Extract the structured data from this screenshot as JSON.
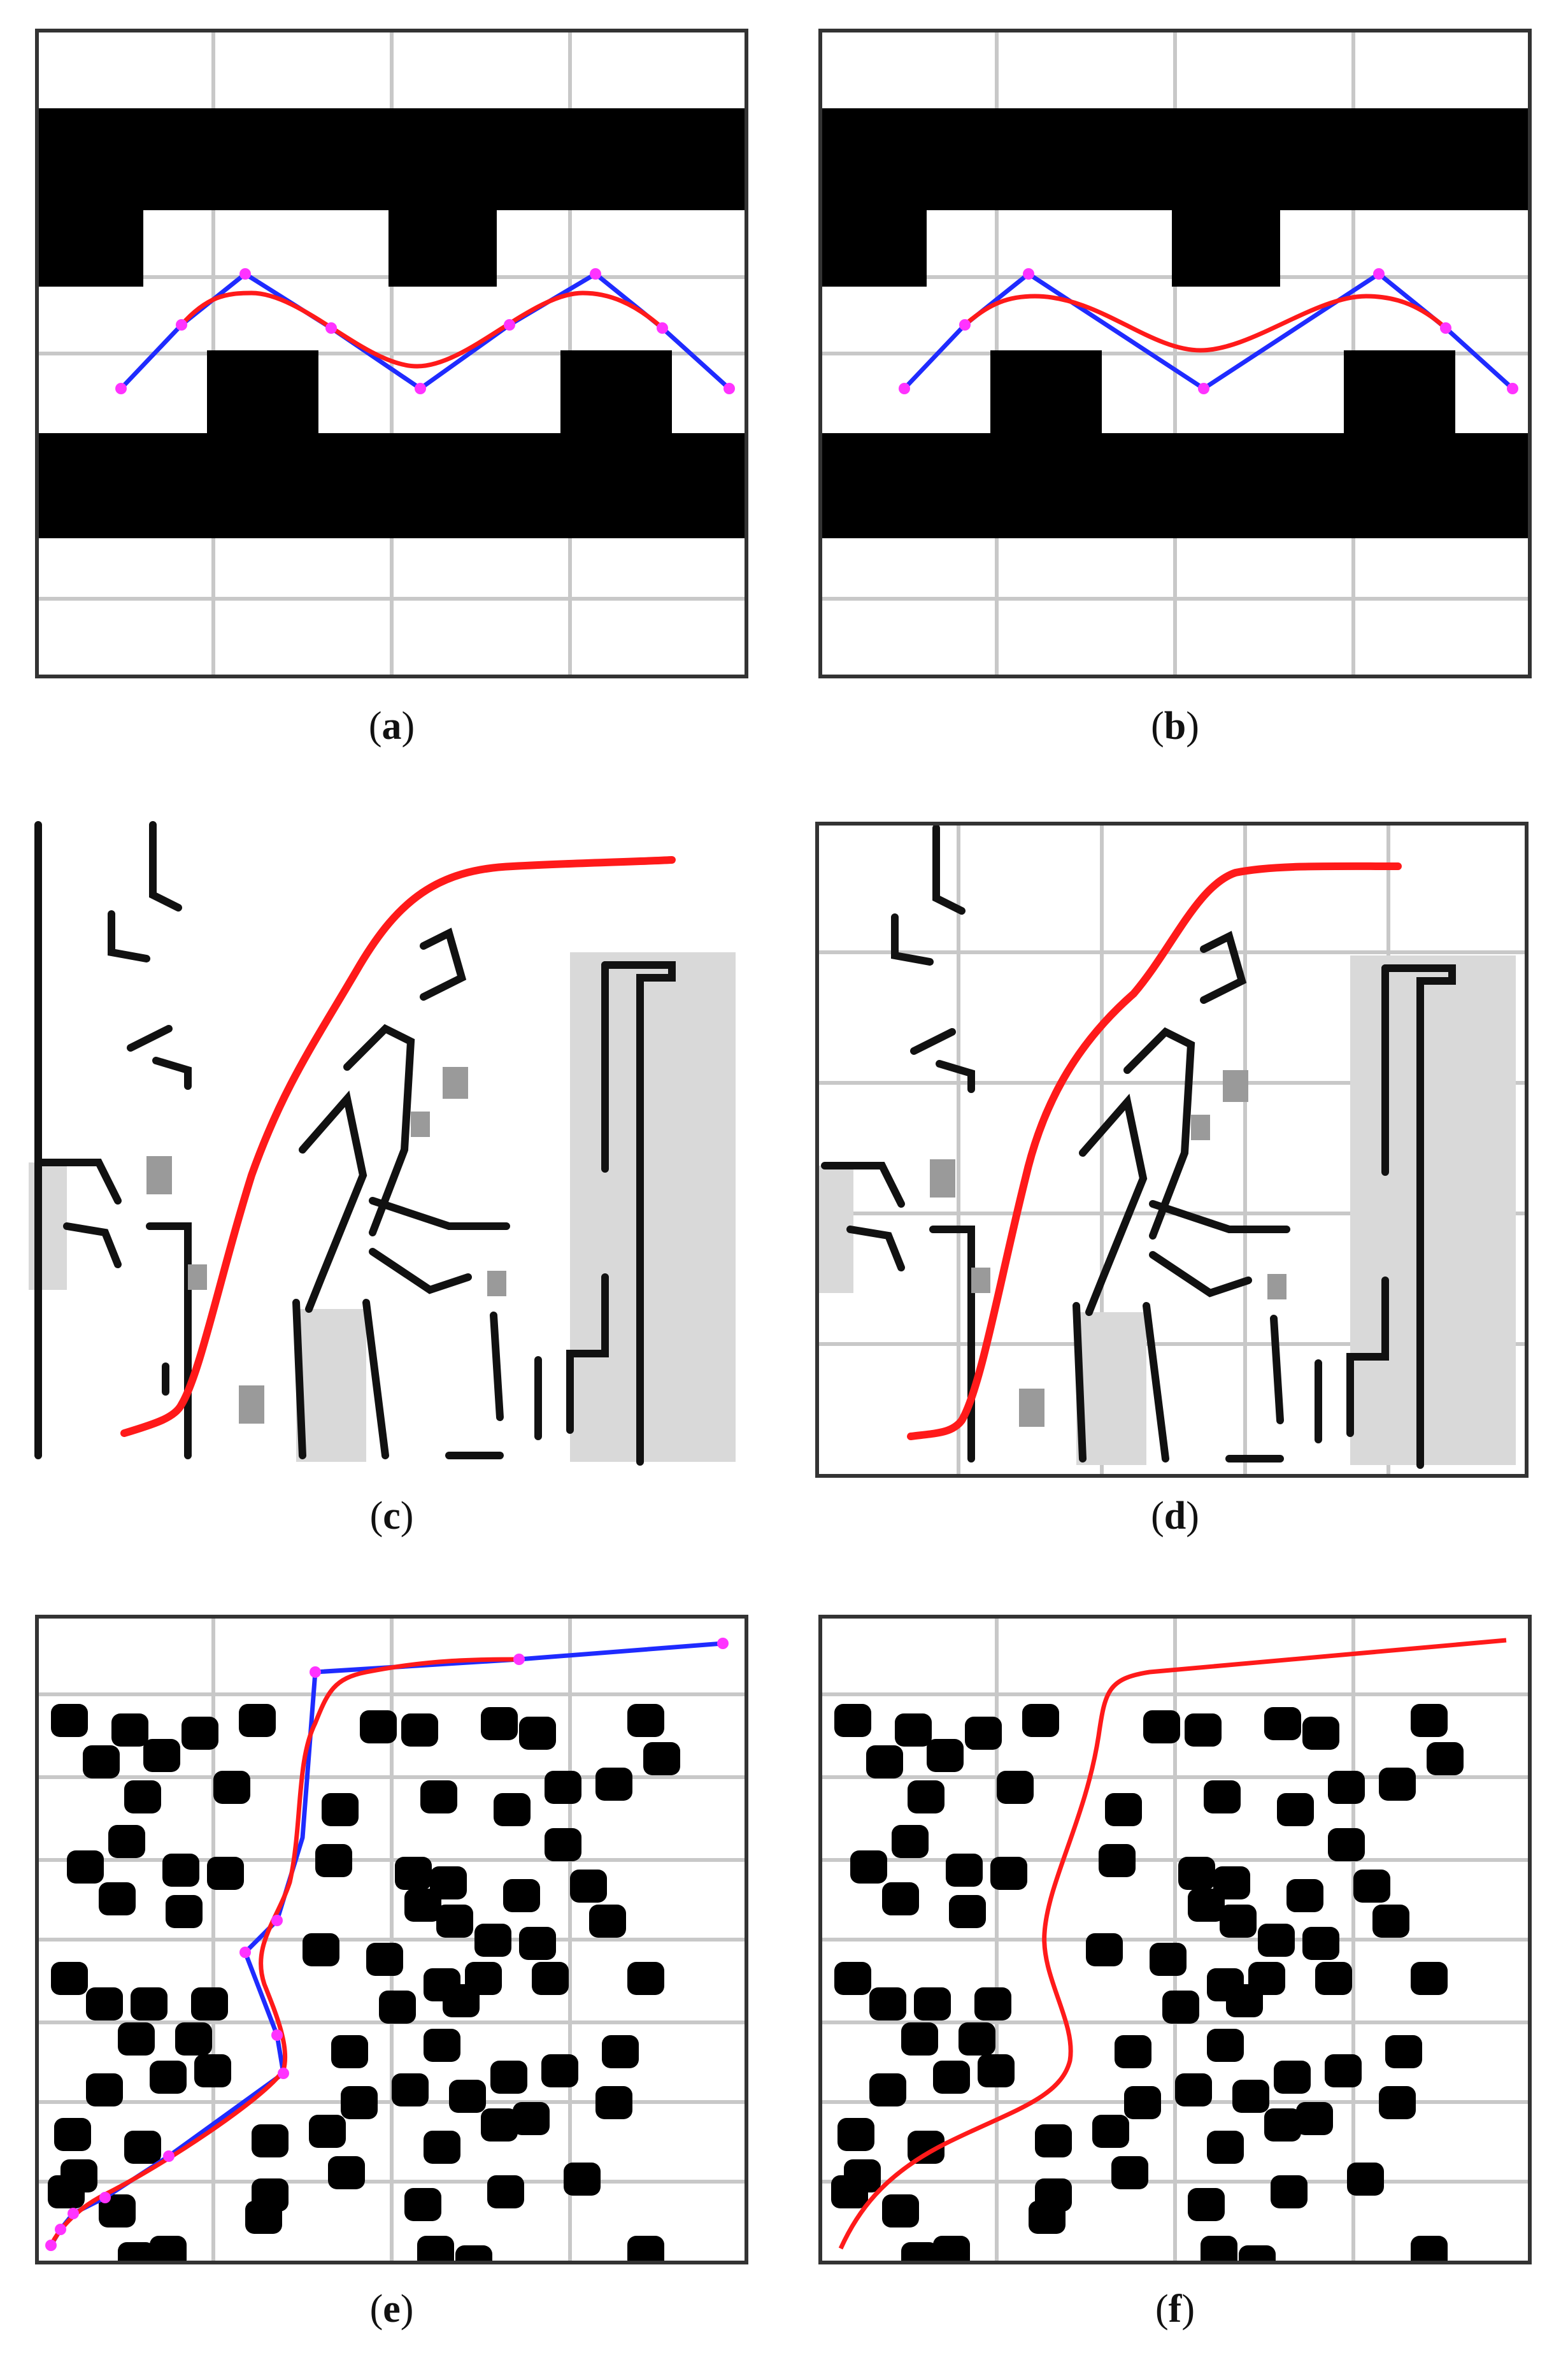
{
  "figure": {
    "panels": [
      {
        "id": "a",
        "caption_letter": "a"
      },
      {
        "id": "b",
        "caption_letter": "b"
      },
      {
        "id": "c",
        "caption_letter": "c"
      },
      {
        "id": "d",
        "caption_letter": "d"
      },
      {
        "id": "e",
        "caption_letter": "e"
      },
      {
        "id": "f",
        "caption_letter": "f"
      }
    ],
    "colors": {
      "waypoint_polyline": "#1f2bff",
      "smoothed_path": "#ff1a1a",
      "waypoint_marker": "#ff33ff",
      "obstacle": "#000000",
      "grid": "#c8c8c8",
      "free_space": "#ffffff",
      "unknown_area": "#d9d9d9"
    }
  }
}
